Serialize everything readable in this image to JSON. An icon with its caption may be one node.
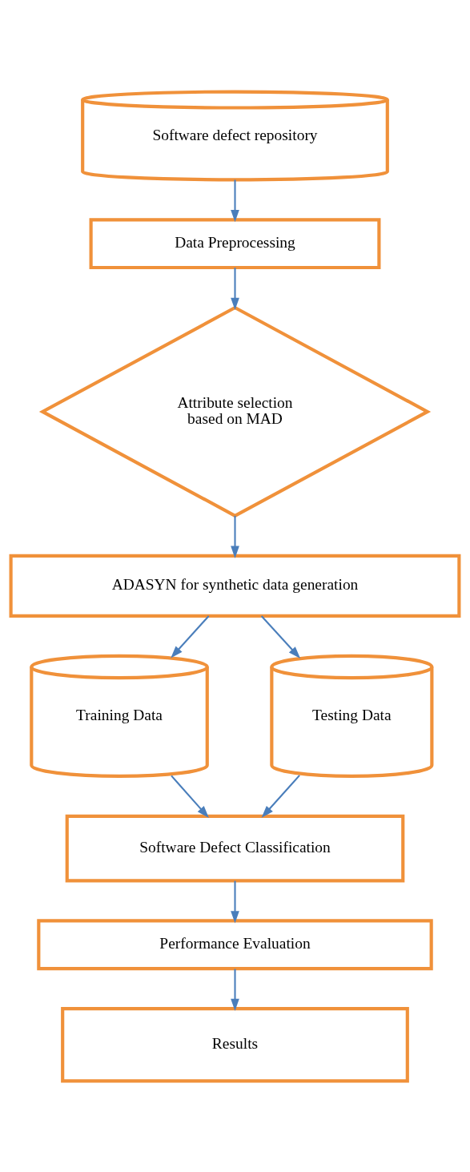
{
  "diagram": {
    "nodes": [
      {
        "text": [
          "Software defect repository"
        ]
      },
      {
        "text": [
          "Data Preprocessing"
        ]
      },
      {
        "text": [
          "Attribute selection based on MAD"
        ]
      },
      {
        "text": [
          "ADASYN for synthetic data generation"
        ]
      },
      {
        "text": [
          "Training Data"
        ]
      },
      {
        "text": [
          "Testing Data"
        ]
      },
      {
        "text": [
          "Software Defect Classification"
        ]
      },
      {
        "text": [
          "Performance Evaluation"
        ]
      },
      {
        "text": [
          "Results"
        ]
      }
    ],
    "edges": [
      {
        "from": 0,
        "to": 1,
        "arrow": "to"
      },
      {
        "from": 1,
        "to": 2,
        "arrow": "to"
      },
      {
        "from": 2,
        "to": 3,
        "arrow": "to"
      },
      {
        "from": 3,
        "to": 4,
        "arrow": "to"
      },
      {
        "from": 3,
        "to": 5,
        "arrow": "to"
      },
      {
        "from": 4,
        "to": 6,
        "arrow": "to"
      },
      {
        "from": 5,
        "to": 6,
        "arrow": "to"
      },
      {
        "from": 6,
        "to": 7,
        "arrow": "to"
      },
      {
        "from": 7,
        "to": 8,
        "arrow": "to"
      }
    ]
  }
}
